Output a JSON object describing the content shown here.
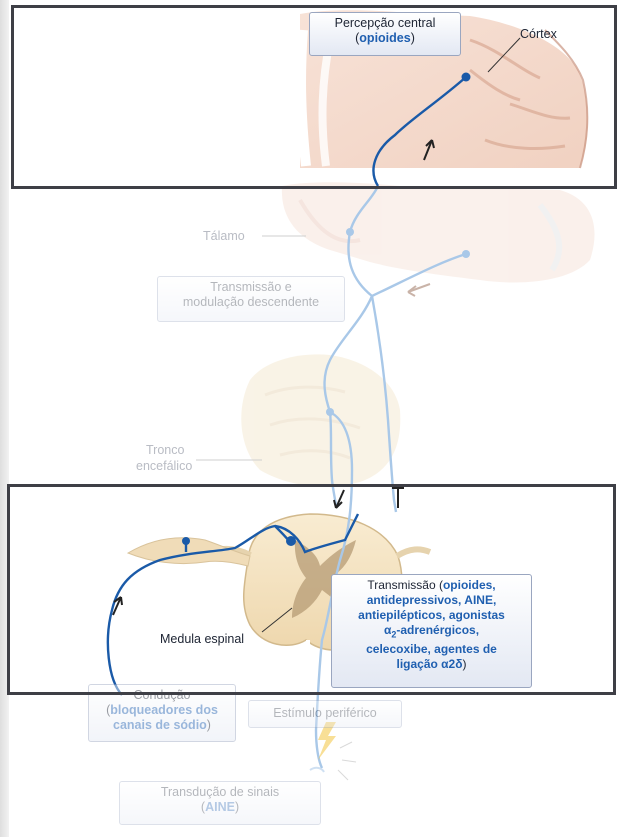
{
  "boxes": {
    "central_perception": {
      "line1": "Percepção central",
      "paren_open": "(",
      "drug": "opioides",
      "paren_close": ")"
    },
    "descending": {
      "line1": "Transmissão e",
      "line2": "modulação descendente"
    },
    "transmission": {
      "prefix": "Transmissão (",
      "drugs_l1": "opioides,",
      "drugs_l2": "antidepressivos, AINE,",
      "drugs_l3": "antiepilépticos, agonistas",
      "alpha": "α",
      "sub2": "2",
      "drugs_l4_rest": "-adrenérgicos,",
      "drugs_l5": "celecoxibe, agentes de",
      "drugs_l6a": "ligação α2δ",
      "suffix": ")"
    },
    "conduction": {
      "title": "Condução",
      "paren_open": "(",
      "drug_l1": "bloqueadores dos",
      "drug_l2": "canais de sódio",
      "paren_close": ")"
    },
    "peripheral_stimulus": {
      "label": "Estímulo periférico"
    },
    "transduction": {
      "line1": "Transdução de sinais",
      "paren_open": "(",
      "drug": "AINE",
      "paren_close": ")"
    }
  },
  "labels": {
    "cortex": "Córtex",
    "thalamus": "Tálamo",
    "brainstem_l1": "Tronco",
    "brainstem_l2": "encefálico",
    "spinal_cord": "Medula espinal"
  },
  "colors": {
    "active_pathway": "#1a5aa8",
    "faded_pathway": "#a9c8e8",
    "highlight_text": "#1f5fb0",
    "frame_border": "#3e3f46"
  }
}
